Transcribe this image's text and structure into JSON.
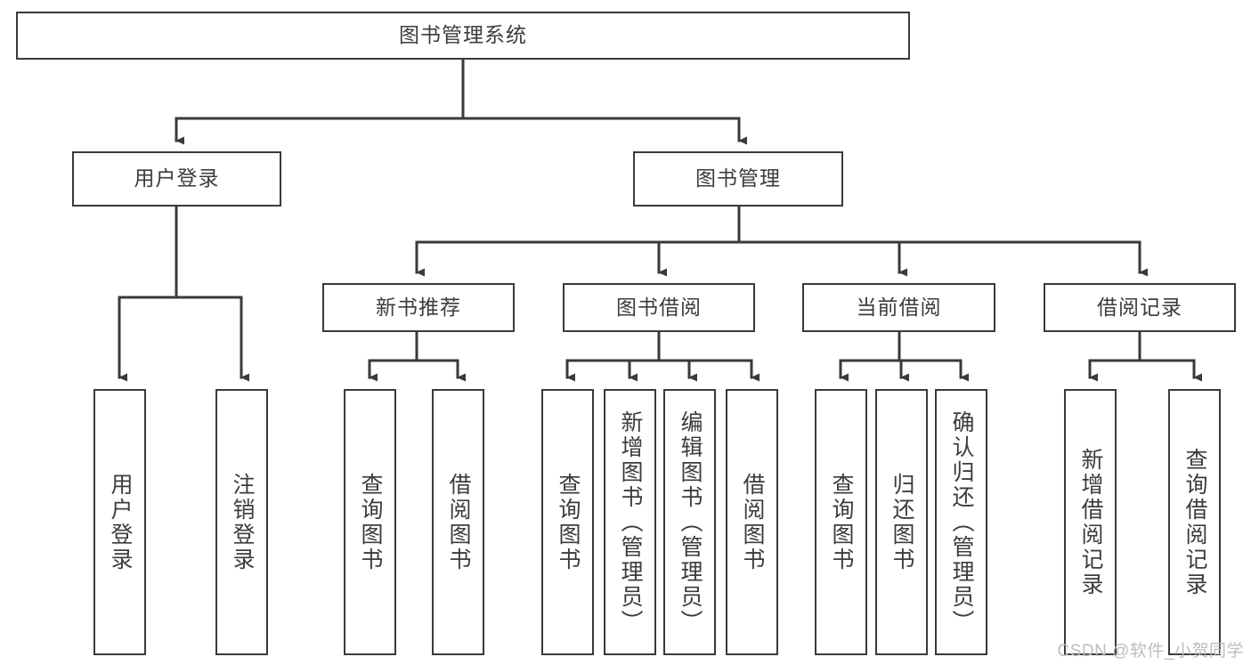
{
  "diagram": {
    "title": "图书管理系统",
    "type": "tree",
    "colors": {
      "background": "#ffffff",
      "box_border": "#3a3a3a",
      "box_fill": "#ffffff",
      "text": "#3c3c3c",
      "edge": "#3a3a3a",
      "watermark": "#bdbdbd"
    },
    "watermark": "CSDN @软件_小贺同学"
  },
  "nodes": {
    "root": {
      "label": "图书管理系统"
    },
    "level2": [
      {
        "label": "用户登录"
      },
      {
        "label": "图书管理"
      }
    ],
    "level3": [
      {
        "label": "新书推荐"
      },
      {
        "label": "图书借阅"
      },
      {
        "label": "当前借阅"
      },
      {
        "label": "借阅记录"
      }
    ],
    "leaves": {
      "user_login": [
        {
          "label": "用户登录"
        },
        {
          "label": "注销登录"
        }
      ],
      "new_book": [
        {
          "label": "查询图书"
        },
        {
          "label": "借阅图书"
        }
      ],
      "book_borrow": [
        {
          "label": "查询图书"
        },
        {
          "label": "新增图书（管理员）"
        },
        {
          "label": "编辑图书（管理员）"
        },
        {
          "label": "借阅图书"
        }
      ],
      "current_borrow": [
        {
          "label": "查询图书"
        },
        {
          "label": "归还图书"
        },
        {
          "label": "确认归还（管理员）"
        }
      ],
      "borrow_record": [
        {
          "label": "新增借阅记录"
        },
        {
          "label": "查询借阅记录"
        }
      ]
    }
  }
}
